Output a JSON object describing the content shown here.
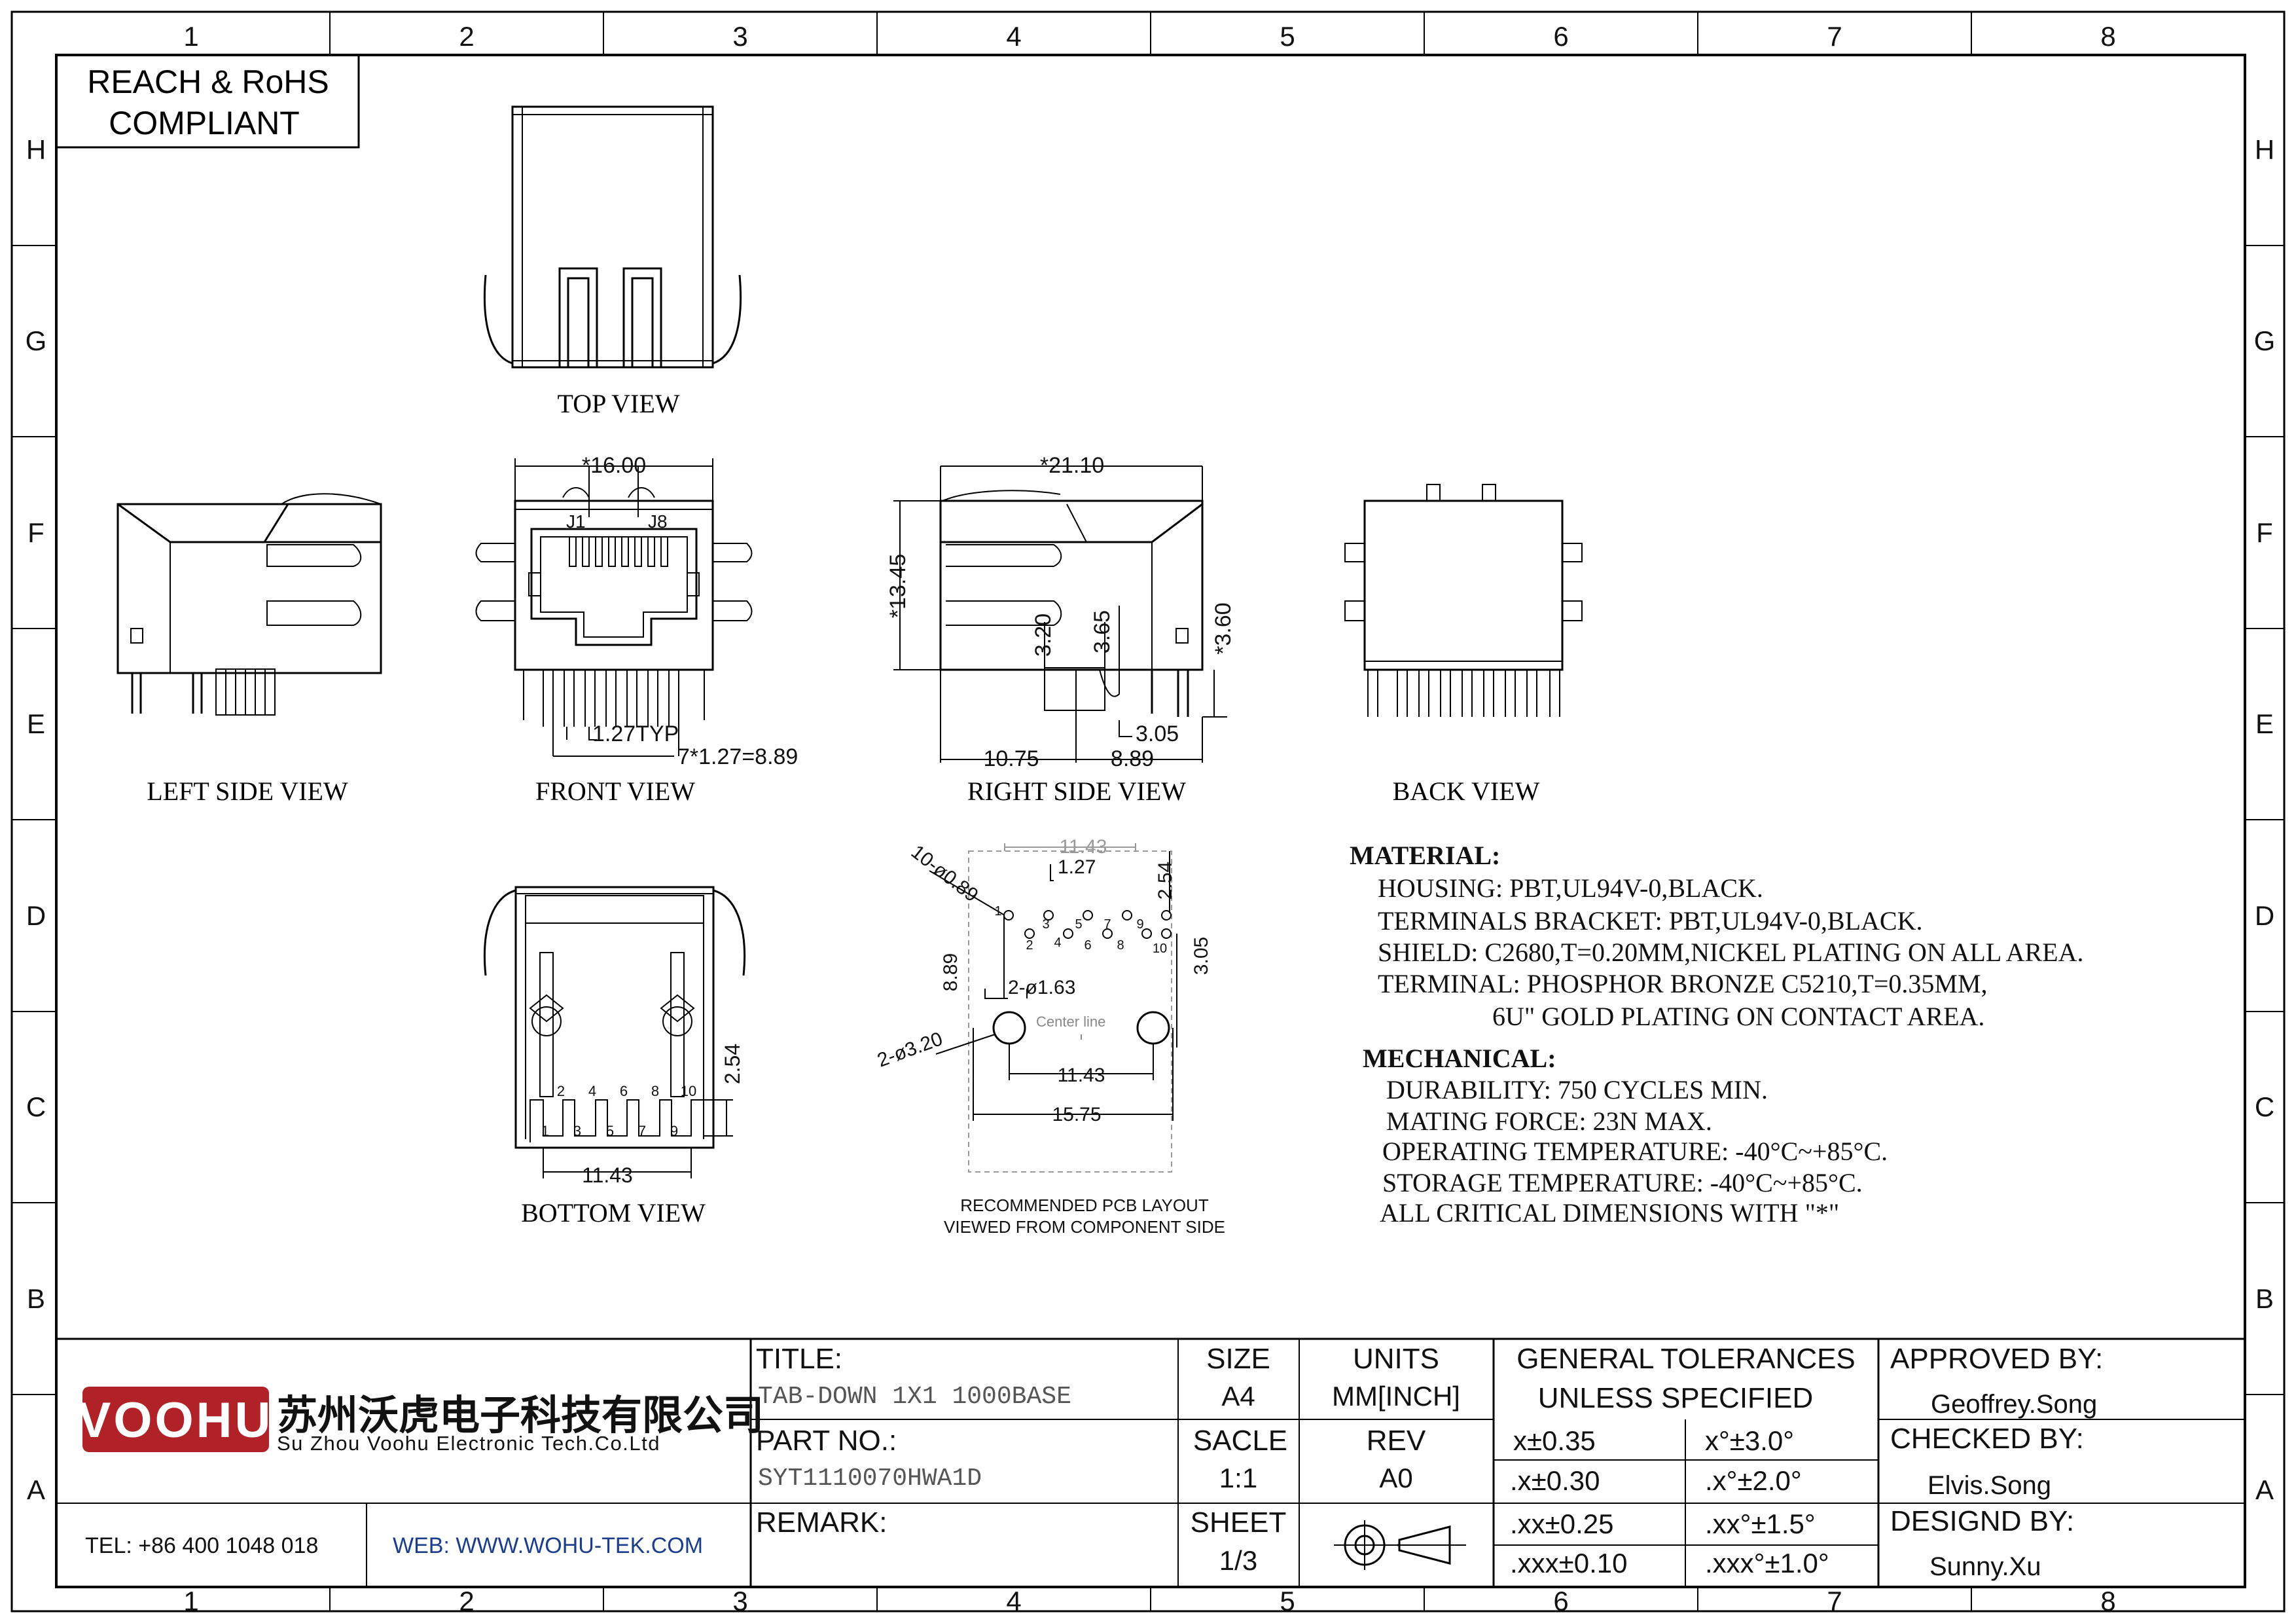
{
  "border": {
    "columns": [
      "1",
      "2",
      "3",
      "4",
      "5",
      "6",
      "7",
      "8"
    ],
    "rows": [
      "H",
      "G",
      "F",
      "E",
      "D",
      "C",
      "B",
      "A"
    ]
  },
  "compliance": {
    "line1": "REACH & RoHS",
    "line2": "COMPLIANT"
  },
  "views": {
    "top": "TOP VIEW",
    "left": "LEFT SIDE VIEW",
    "front": "FRONT VIEW",
    "right": "RIGHT SIDE VIEW",
    "back": "BACK VIEW",
    "bottom": "BOTTOM VIEW"
  },
  "dims": {
    "front_width": "16.00",
    "front_j1": "J1",
    "front_j8": "J8",
    "front_pitch": "1.27TYP",
    "front_span": "7*1.27=8.89",
    "right_depth": "21.10",
    "right_height": "13.45",
    "right_320": "3.20",
    "right_365": "3.65",
    "right_360": "3.60",
    "right_305": "3.05",
    "right_1075": "10.75",
    "right_889": "8.89",
    "bottom_254": "2.54",
    "bottom_1143": "11.43",
    "bottom_pins_top": [
      "2",
      "4",
      "6",
      "8",
      "10"
    ],
    "bottom_pins_bottom": [
      "1",
      "3",
      "5",
      "7",
      "9"
    ]
  },
  "pcb": {
    "top_1143": "11.43",
    "hole_10": "10-ø0.89",
    "pitch_127": "1.27",
    "d_254": "2.54",
    "d_305": "3.05",
    "d_889": "8.89",
    "hole_163": "2-ø1.63",
    "hole_320": "2-ø3.20",
    "center": "Center line",
    "mid_1143": "11.43",
    "bot_1575": "15.75",
    "pins_odd": [
      "1",
      "3",
      "5",
      "7",
      "9"
    ],
    "pins_even": [
      "2",
      "4",
      "6",
      "8",
      "10"
    ],
    "caption1": "RECOMMENDED PCB LAYOUT",
    "caption2": "VIEWED FROM COMPONENT SIDE"
  },
  "notes": {
    "material_title": "MATERIAL:",
    "material": [
      "HOUSING: PBT,UL94V-0,BLACK.",
      "TERMINALS BRACKET: PBT,UL94V-0,BLACK.",
      "SHIELD: C2680,T=0.20MM,NICKEL PLATING ON ALL AREA.",
      "TERMINAL: PHOSPHOR BRONZE C5210,T=0.35MM,",
      "6U\" GOLD PLATING ON CONTACT AREA."
    ],
    "mechanical_title": "MECHANICAL:",
    "mechanical": [
      "DURABILITY: 750 CYCLES MIN.",
      "MATING FORCE: 23N MAX.",
      "OPERATING TEMPERATURE: -40°C~+85°C.",
      "STORAGE TEMPERATURE: -40°C~+85°C.",
      "ALL CRITICAL DIMENSIONS WITH \"*\""
    ]
  },
  "title_block": {
    "logo": "VOOHU",
    "company_cn": "苏州沃虎电子科技有限公司",
    "company_en": "Su Zhou Voohu Electronic Tech.Co.Ltd",
    "tel": "TEL: +86 400 1048 018",
    "web": "WEB: WWW.WOHU-TEK.COM",
    "title_label": "TITLE:",
    "title_value": "TAB-DOWN 1X1 1000BASE",
    "part_label": "PART NO.:",
    "part_value": "SYT1110070HWA1D",
    "remark_label": "REMARK:",
    "size_label": "SIZE",
    "size_value": "A4",
    "units_label": "UNITS",
    "units_value": "MM[INCH]",
    "scale_label": "SACLE",
    "scale_value": "1:1",
    "rev_label": "REV",
    "rev_value": "A0",
    "sheet_label": "SHEET",
    "sheet_value": "1/3",
    "tol_title1": "GENERAL TOLERANCES",
    "tol_title2": "UNLESS SPECIFIED",
    "tolerances": [
      [
        "x±0.35",
        "x°±3.0°"
      ],
      [
        ".x±0.30",
        ".x°±2.0°"
      ],
      [
        ".xx±0.25",
        ".xx°±1.5°"
      ],
      [
        ".xxx±0.10",
        ".xxx°±1.0°"
      ]
    ],
    "approved_label": "APPROVED BY:",
    "approved_value": "Geoffrey.Song",
    "checked_label": "CHECKED BY:",
    "checked_value": "Elvis.Song",
    "designed_label": "DESIGND BY:",
    "designed_value": "Sunny.Xu"
  }
}
